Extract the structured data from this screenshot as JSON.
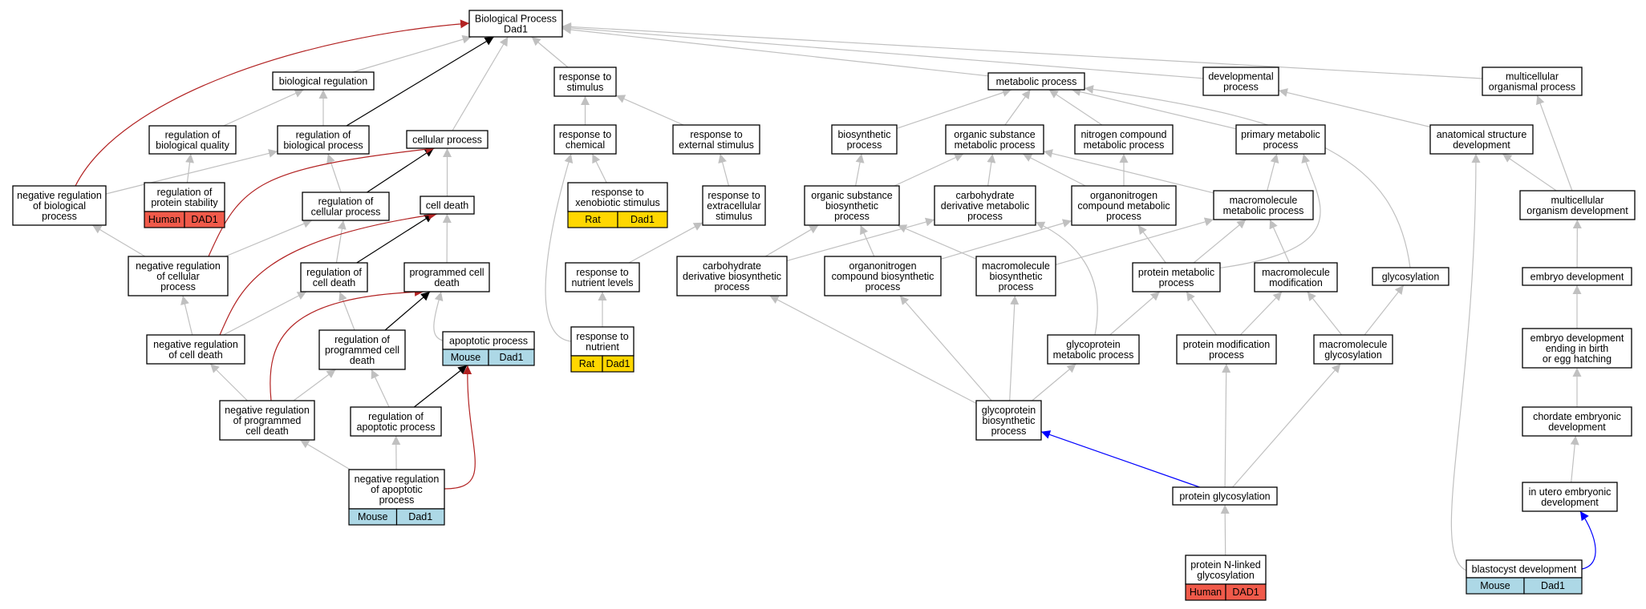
{
  "colors": {
    "gray": "#c0c0c0",
    "black": "#000000",
    "red": "#b22222",
    "blue": "#0000ff",
    "human": "#f05a4a",
    "rat": "#ffd700",
    "mouse": "#add8e6"
  },
  "nodes": [
    {
      "id": "bp",
      "lines": [
        "Biological Process",
        "Dad1"
      ]
    },
    {
      "id": "biological-regulation",
      "lines": [
        "biological regulation"
      ]
    },
    {
      "id": "regulation-of-biological-quality",
      "lines": [
        "regulation of",
        "biological quality"
      ]
    },
    {
      "id": "regulation-of-biological-process",
      "lines": [
        "regulation of",
        "biological process"
      ]
    },
    {
      "id": "cellular-process",
      "lines": [
        "cellular process"
      ]
    },
    {
      "id": "negative-regulation-of-biological-process",
      "lines": [
        "negative regulation",
        "of biological",
        "process"
      ]
    },
    {
      "id": "regulation-of-protein-stability",
      "lines": [
        "regulation of",
        "protein stability"
      ]
    },
    {
      "id": "regulation-of-cellular-process",
      "lines": [
        "regulation of",
        "cellular process"
      ]
    },
    {
      "id": "cell-death",
      "lines": [
        "cell death"
      ]
    },
    {
      "id": "negative-regulation-of-cellular-process",
      "lines": [
        "negative regulation",
        "of cellular",
        "process"
      ]
    },
    {
      "id": "regulation-of-cell-death",
      "lines": [
        "regulation of",
        "cell death"
      ]
    },
    {
      "id": "programmed-cell-death",
      "lines": [
        "programmed cell",
        "death"
      ]
    },
    {
      "id": "negative-regulation-of-cell-death",
      "lines": [
        "negative regulation",
        "of cell death"
      ]
    },
    {
      "id": "regulation-of-programmed-cell-death",
      "lines": [
        "regulation of",
        "programmed cell",
        "death"
      ]
    },
    {
      "id": "apoptotic-process",
      "lines": [
        "apoptotic process"
      ]
    },
    {
      "id": "negative-regulation-of-programmed-cell-death",
      "lines": [
        "negative regulation",
        "of programmed",
        "cell death"
      ]
    },
    {
      "id": "regulation-of-apoptotic-process",
      "lines": [
        "regulation of",
        "apoptotic process"
      ]
    },
    {
      "id": "negative-regulation-of-apoptotic-process",
      "lines": [
        "negative regulation",
        "of apoptotic",
        "process"
      ]
    },
    {
      "id": "response-to-stimulus",
      "lines": [
        "response to",
        "stimulus"
      ]
    },
    {
      "id": "response-to-chemical",
      "lines": [
        "response to",
        "chemical"
      ]
    },
    {
      "id": "response-to-external-stimulus",
      "lines": [
        "response to",
        "external stimulus"
      ]
    },
    {
      "id": "response-to-xenobiotic-stimulus",
      "lines": [
        "response to",
        "xenobiotic stimulus"
      ]
    },
    {
      "id": "response-to-extracellular-stimulus",
      "lines": [
        "response to",
        "extracellular",
        "stimulus"
      ]
    },
    {
      "id": "response-to-nutrient-levels",
      "lines": [
        "response to",
        "nutrient levels"
      ]
    },
    {
      "id": "response-to-nutrient",
      "lines": [
        "response to",
        "nutrient"
      ]
    },
    {
      "id": "metabolic-process",
      "lines": [
        "metabolic process"
      ]
    },
    {
      "id": "developmental-process",
      "lines": [
        "developmental",
        "process"
      ]
    },
    {
      "id": "multicellular-organismal-process",
      "lines": [
        "multicellular",
        "organismal process"
      ]
    },
    {
      "id": "biosynthetic-process",
      "lines": [
        "biosynthetic",
        "process"
      ]
    },
    {
      "id": "organic-substance-metabolic-process",
      "lines": [
        "organic substance",
        "metabolic process"
      ]
    },
    {
      "id": "nitrogen-compound-metabolic-process",
      "lines": [
        "nitrogen compound",
        "metabolic process"
      ]
    },
    {
      "id": "primary-metabolic-process",
      "lines": [
        "primary metabolic",
        "process"
      ]
    },
    {
      "id": "anatomical-structure-development",
      "lines": [
        "anatomical structure",
        "development"
      ]
    },
    {
      "id": "organic-substance-biosynthetic-process",
      "lines": [
        "organic substance",
        "biosynthetic",
        "process"
      ]
    },
    {
      "id": "carbohydrate-derivative-metabolic-process",
      "lines": [
        "carbohydrate",
        "derivative metabolic",
        "process"
      ]
    },
    {
      "id": "organonitrogen-compound-metabolic-process",
      "lines": [
        "organonitrogen",
        "compound metabolic",
        "process"
      ]
    },
    {
      "id": "macromolecule-metabolic-process",
      "lines": [
        "macromolecule",
        "metabolic process"
      ]
    },
    {
      "id": "multicellular-organism-development",
      "lines": [
        "multicellular",
        "organism development"
      ]
    },
    {
      "id": "carbohydrate-derivative-biosynthetic-process",
      "lines": [
        "carbohydrate",
        "derivative biosynthetic",
        "process"
      ]
    },
    {
      "id": "organonitrogen-compound-biosynthetic-process",
      "lines": [
        "organonitrogen",
        "compound biosynthetic",
        "process"
      ]
    },
    {
      "id": "macromolecule-biosynthetic-process",
      "lines": [
        "macromolecule",
        "biosynthetic",
        "process"
      ]
    },
    {
      "id": "protein-metabolic-process",
      "lines": [
        "protein metabolic",
        "process"
      ]
    },
    {
      "id": "macromolecule-modification",
      "lines": [
        "macromolecule",
        "modification"
      ]
    },
    {
      "id": "glycosylation",
      "lines": [
        "glycosylation"
      ]
    },
    {
      "id": "embryo-development",
      "lines": [
        "embryo development"
      ]
    },
    {
      "id": "glycoprotein-metabolic-process",
      "lines": [
        "glycoprotein",
        "metabolic process"
      ]
    },
    {
      "id": "protein-modification-process",
      "lines": [
        "protein modification",
        "process"
      ]
    },
    {
      "id": "macromolecule-glycosylation",
      "lines": [
        "macromolecule",
        "glycosylation"
      ]
    },
    {
      "id": "embryo-development-ending-in-birth",
      "lines": [
        "embryo development",
        "ending in birth",
        "or egg hatching"
      ]
    },
    {
      "id": "glycoprotein-biosynthetic-process",
      "lines": [
        "glycoprotein",
        "biosynthetic",
        "process"
      ]
    },
    {
      "id": "chordate-embryonic-development",
      "lines": [
        "chordate embryonic",
        "development"
      ]
    },
    {
      "id": "in-utero-embryonic-development",
      "lines": [
        "in utero embryonic",
        "development"
      ]
    },
    {
      "id": "protein-glycosylation",
      "lines": [
        "protein glycosylation"
      ]
    },
    {
      "id": "protein-n-linked-glycosylation",
      "lines": [
        "protein N-linked",
        "glycosylation"
      ]
    },
    {
      "id": "blastocyst-development",
      "lines": [
        "blastocyst development"
      ]
    }
  ],
  "badges": [
    {
      "node": "regulation-of-protein-stability",
      "species": "Human",
      "gene": "DAD1",
      "color": "human"
    },
    {
      "node": "apoptotic-process",
      "species": "Mouse",
      "gene": "Dad1",
      "color": "mouse"
    },
    {
      "node": "negative-regulation-of-apoptotic-process",
      "species": "Mouse",
      "gene": "Dad1",
      "color": "mouse"
    },
    {
      "node": "response-to-xenobiotic-stimulus",
      "species": "Rat",
      "gene": "Dad1",
      "color": "rat"
    },
    {
      "node": "response-to-nutrient",
      "species": "Rat",
      "gene": "Dad1",
      "color": "rat"
    },
    {
      "node": "protein-n-linked-glycosylation",
      "species": "Human",
      "gene": "DAD1",
      "color": "human"
    },
    {
      "node": "blastocyst-development",
      "species": "Mouse",
      "gene": "Dad1",
      "color": "mouse"
    }
  ],
  "edges": [
    {
      "from": "biological-regulation",
      "to": "bp",
      "color": "gray"
    },
    {
      "from": "cellular-process",
      "to": "bp",
      "color": "gray"
    },
    {
      "from": "response-to-stimulus",
      "to": "bp",
      "color": "gray"
    },
    {
      "from": "metabolic-process",
      "to": "bp",
      "color": "gray"
    },
    {
      "from": "developmental-process",
      "to": "bp",
      "color": "gray"
    },
    {
      "from": "multicellular-organismal-process",
      "to": "bp",
      "color": "gray"
    },
    {
      "from": "regulation-of-biological-process",
      "to": "bp",
      "color": "black"
    },
    {
      "from": "negative-regulation-of-biological-process",
      "to": "bp",
      "color": "red"
    },
    {
      "from": "regulation-of-biological-quality",
      "to": "biological-regulation",
      "color": "gray"
    },
    {
      "from": "regulation-of-biological-process",
      "to": "biological-regulation",
      "color": "gray"
    },
    {
      "from": "regulation-of-protein-stability",
      "to": "regulation-of-biological-quality",
      "color": "gray"
    },
    {
      "from": "negative-regulation-of-biological-process",
      "to": "regulation-of-biological-process",
      "color": "gray"
    },
    {
      "from": "regulation-of-cellular-process",
      "to": "regulation-of-biological-process",
      "color": "gray"
    },
    {
      "from": "regulation-of-cellular-process",
      "to": "cellular-process",
      "color": "black"
    },
    {
      "from": "cell-death",
      "to": "cellular-process",
      "color": "gray"
    },
    {
      "from": "negative-regulation-of-cellular-process",
      "to": "cellular-process",
      "color": "red"
    },
    {
      "from": "negative-regulation-of-cellular-process",
      "to": "negative-regulation-of-biological-process",
      "color": "gray"
    },
    {
      "from": "negative-regulation-of-cellular-process",
      "to": "regulation-of-cellular-process",
      "color": "gray"
    },
    {
      "from": "regulation-of-cell-death",
      "to": "regulation-of-cellular-process",
      "color": "gray"
    },
    {
      "from": "regulation-of-cell-death",
      "to": "cell-death",
      "color": "black"
    },
    {
      "from": "programmed-cell-death",
      "to": "cell-death",
      "color": "gray"
    },
    {
      "from": "negative-regulation-of-cell-death",
      "to": "cell-death",
      "color": "red"
    },
    {
      "from": "negative-regulation-of-cell-death",
      "to": "negative-regulation-of-cellular-process",
      "color": "gray"
    },
    {
      "from": "negative-regulation-of-cell-death",
      "to": "regulation-of-cell-death",
      "color": "gray"
    },
    {
      "from": "regulation-of-programmed-cell-death",
      "to": "regulation-of-cell-death",
      "color": "gray"
    },
    {
      "from": "regulation-of-programmed-cell-death",
      "to": "programmed-cell-death",
      "color": "black"
    },
    {
      "from": "apoptotic-process",
      "to": "programmed-cell-death",
      "color": "gray"
    },
    {
      "from": "negative-regulation-of-programmed-cell-death",
      "to": "programmed-cell-death",
      "color": "red"
    },
    {
      "from": "negative-regulation-of-programmed-cell-death",
      "to": "negative-regulation-of-cell-death",
      "color": "gray"
    },
    {
      "from": "negative-regulation-of-programmed-cell-death",
      "to": "regulation-of-programmed-cell-death",
      "color": "gray"
    },
    {
      "from": "regulation-of-apoptotic-process",
      "to": "regulation-of-programmed-cell-death",
      "color": "gray"
    },
    {
      "from": "regulation-of-apoptotic-process",
      "to": "apoptotic-process",
      "color": "black"
    },
    {
      "from": "negative-regulation-of-apoptotic-process",
      "to": "apoptotic-process",
      "color": "red"
    },
    {
      "from": "negative-regulation-of-apoptotic-process",
      "to": "negative-regulation-of-programmed-cell-death",
      "color": "gray"
    },
    {
      "from": "negative-regulation-of-apoptotic-process",
      "to": "regulation-of-apoptotic-process",
      "color": "gray"
    },
    {
      "from": "response-to-chemical",
      "to": "response-to-stimulus",
      "color": "gray"
    },
    {
      "from": "response-to-external-stimulus",
      "to": "response-to-stimulus",
      "color": "gray"
    },
    {
      "from": "response-to-xenobiotic-stimulus",
      "to": "response-to-chemical",
      "color": "gray"
    },
    {
      "from": "response-to-extracellular-stimulus",
      "to": "response-to-external-stimulus",
      "color": "gray"
    },
    {
      "from": "response-to-nutrient-levels",
      "to": "response-to-extracellular-stimulus",
      "color": "gray"
    },
    {
      "from": "response-to-nutrient",
      "to": "response-to-nutrient-levels",
      "color": "gray"
    },
    {
      "from": "response-to-nutrient",
      "to": "response-to-chemical",
      "color": "gray"
    },
    {
      "from": "biosynthetic-process",
      "to": "metabolic-process",
      "color": "gray"
    },
    {
      "from": "organic-substance-metabolic-process",
      "to": "metabolic-process",
      "color": "gray"
    },
    {
      "from": "nitrogen-compound-metabolic-process",
      "to": "metabolic-process",
      "color": "gray"
    },
    {
      "from": "primary-metabolic-process",
      "to": "metabolic-process",
      "color": "gray"
    },
    {
      "from": "glycosylation",
      "to": "metabolic-process",
      "color": "gray"
    },
    {
      "from": "anatomical-structure-development",
      "to": "developmental-process",
      "color": "gray"
    },
    {
      "from": "multicellular-organism-development",
      "to": "multicellular-organismal-process",
      "color": "gray"
    },
    {
      "from": "multicellular-organism-development",
      "to": "anatomical-structure-development",
      "color": "gray"
    },
    {
      "from": "blastocyst-development",
      "to": "anatomical-structure-development",
      "color": "gray"
    },
    {
      "from": "organic-substance-biosynthetic-process",
      "to": "biosynthetic-process",
      "color": "gray"
    },
    {
      "from": "organic-substance-biosynthetic-process",
      "to": "organic-substance-metabolic-process",
      "color": "gray"
    },
    {
      "from": "carbohydrate-derivative-metabolic-process",
      "to": "organic-substance-metabolic-process",
      "color": "gray"
    },
    {
      "from": "organonitrogen-compound-metabolic-process",
      "to": "organic-substance-metabolic-process",
      "color": "gray"
    },
    {
      "from": "organonitrogen-compound-metabolic-process",
      "to": "nitrogen-compound-metabolic-process",
      "color": "gray"
    },
    {
      "from": "macromolecule-metabolic-process",
      "to": "organic-substance-metabolic-process",
      "color": "gray"
    },
    {
      "from": "macromolecule-metabolic-process",
      "to": "primary-metabolic-process",
      "color": "gray"
    },
    {
      "from": "protein-metabolic-process",
      "to": "primary-metabolic-process",
      "color": "gray"
    },
    {
      "from": "carbohydrate-derivative-biosynthetic-process",
      "to": "organic-substance-biosynthetic-process",
      "color": "gray"
    },
    {
      "from": "carbohydrate-derivative-biosynthetic-process",
      "to": "carbohydrate-derivative-metabolic-process",
      "color": "gray"
    },
    {
      "from": "organonitrogen-compound-biosynthetic-process",
      "to": "organic-substance-biosynthetic-process",
      "color": "gray"
    },
    {
      "from": "organonitrogen-compound-biosynthetic-process",
      "to": "organonitrogen-compound-metabolic-process",
      "color": "gray"
    },
    {
      "from": "macromolecule-biosynthetic-process",
      "to": "organic-substance-biosynthetic-process",
      "color": "gray"
    },
    {
      "from": "macromolecule-biosynthetic-process",
      "to": "macromolecule-metabolic-process",
      "color": "gray"
    },
    {
      "from": "protein-metabolic-process",
      "to": "organonitrogen-compound-metabolic-process",
      "color": "gray"
    },
    {
      "from": "protein-metabolic-process",
      "to": "macromolecule-metabolic-process",
      "color": "gray"
    },
    {
      "from": "macromolecule-modification",
      "to": "macromolecule-metabolic-process",
      "color": "gray"
    },
    {
      "from": "glycoprotein-metabolic-process",
      "to": "carbohydrate-derivative-metabolic-process",
      "color": "gray"
    },
    {
      "from": "glycoprotein-metabolic-process",
      "to": "protein-metabolic-process",
      "color": "gray"
    },
    {
      "from": "protein-modification-process",
      "to": "protein-metabolic-process",
      "color": "gray"
    },
    {
      "from": "protein-modification-process",
      "to": "macromolecule-modification",
      "color": "gray"
    },
    {
      "from": "macromolecule-glycosylation",
      "to": "macromolecule-modification",
      "color": "gray"
    },
    {
      "from": "macromolecule-glycosylation",
      "to": "glycosylation",
      "color": "gray"
    },
    {
      "from": "glycoprotein-biosynthetic-process",
      "to": "carbohydrate-derivative-biosynthetic-process",
      "color": "gray"
    },
    {
      "from": "glycoprotein-biosynthetic-process",
      "to": "organonitrogen-compound-biosynthetic-process",
      "color": "gray"
    },
    {
      "from": "glycoprotein-biosynthetic-process",
      "to": "macromolecule-biosynthetic-process",
      "color": "gray"
    },
    {
      "from": "glycoprotein-biosynthetic-process",
      "to": "glycoprotein-metabolic-process",
      "color": "gray"
    },
    {
      "from": "protein-glycosylation",
      "to": "glycoprotein-biosynthetic-process",
      "color": "blue"
    },
    {
      "from": "protein-glycosylation",
      "to": "protein-modification-process",
      "color": "gray"
    },
    {
      "from": "protein-glycosylation",
      "to": "macromolecule-glycosylation",
      "color": "gray"
    },
    {
      "from": "protein-n-linked-glycosylation",
      "to": "protein-glycosylation",
      "color": "gray"
    },
    {
      "from": "embryo-development",
      "to": "multicellular-organism-development",
      "color": "gray"
    },
    {
      "from": "embryo-development-ending-in-birth",
      "to": "embryo-development",
      "color": "gray"
    },
    {
      "from": "chordate-embryonic-development",
      "to": "embryo-development-ending-in-birth",
      "color": "gray"
    },
    {
      "from": "in-utero-embryonic-development",
      "to": "chordate-embryonic-development",
      "color": "gray"
    },
    {
      "from": "blastocyst-development",
      "to": "in-utero-embryonic-development",
      "color": "blue"
    }
  ]
}
